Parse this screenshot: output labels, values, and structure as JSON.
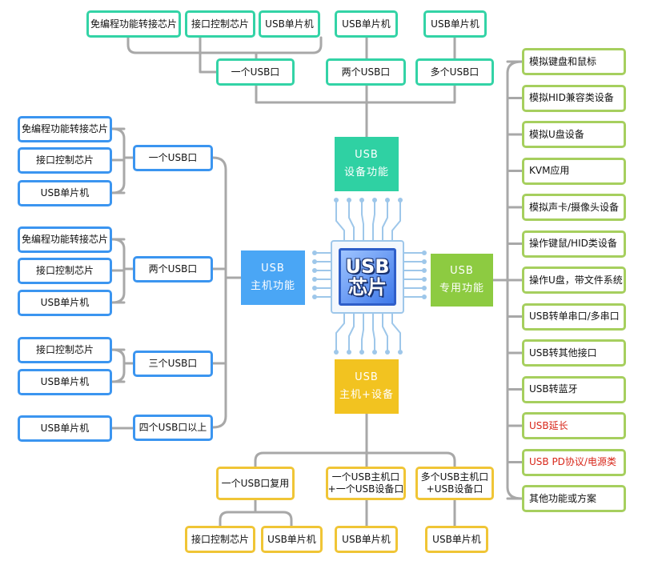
{
  "chip": {
    "line1": "USB",
    "line2": "芯片"
  },
  "categories": {
    "device": {
      "line1": "USB",
      "line2": "设备功能"
    },
    "host": {
      "line1": "USB",
      "line2": "主机功能"
    },
    "special": {
      "line1": "USB",
      "line2": "专用功能"
    },
    "host_device": {
      "line1": "USB",
      "line2": "主机+设备"
    }
  },
  "device_branch": {
    "one_port": "一个USB口",
    "two_ports": "两个USB口",
    "multi_ports": "多个USB口",
    "one_port_children": [
      "免编程功能转接芯片",
      "接口控制芯片",
      "USB单片机"
    ],
    "two_ports_children": [
      "USB单片机"
    ],
    "multi_ports_children": [
      "USB单片机"
    ]
  },
  "host_branch": {
    "groups": [
      {
        "label": "一个USB口",
        "children": [
          "免编程功能转接芯片",
          "接口控制芯片",
          "USB单片机"
        ]
      },
      {
        "label": "两个USB口",
        "children": [
          "免编程功能转接芯片",
          "接口控制芯片",
          "USB单片机"
        ]
      },
      {
        "label": "三个USB口",
        "children": [
          "接口控制芯片",
          "USB单片机"
        ]
      },
      {
        "label": "四个USB口以上",
        "children": [
          "USB单片机"
        ]
      }
    ]
  },
  "special_branch": {
    "items": [
      {
        "label": "模拟键盘和鼠标",
        "color": "#111111"
      },
      {
        "label": "模拟HID兼容类设备",
        "color": "#111111"
      },
      {
        "label": "模拟U盘设备",
        "color": "#111111"
      },
      {
        "label": "KVM应用",
        "color": "#111111"
      },
      {
        "label": "模拟声卡/摄像头设备",
        "color": "#111111"
      },
      {
        "label": "操作键鼠/HID类设备",
        "color": "#111111"
      },
      {
        "label": "操作U盘，带文件系统",
        "color": "#111111"
      },
      {
        "label": "USB转单串口/多串口",
        "color": "#111111"
      },
      {
        "label": "USB转其他接口",
        "color": "#111111"
      },
      {
        "label": "USB转蓝牙",
        "color": "#111111"
      },
      {
        "label": "USB延长",
        "color": "#d8271a"
      },
      {
        "label": "USB PD协议/电源类",
        "color": "#d8271a"
      },
      {
        "label": "其他功能或方案",
        "color": "#111111"
      }
    ]
  },
  "host_device_branch": {
    "reuse": {
      "label": "一个USB口复用",
      "children": [
        "接口控制芯片",
        "USB单片机"
      ]
    },
    "one_host_one_device": {
      "line1": "一个USB主机口",
      "line2": "+一个USB设备口",
      "children": [
        "USB单片机"
      ]
    },
    "multi_host_device": {
      "line1": "多个USB主机口",
      "line2": "+USB设备口",
      "children": [
        "USB单片机"
      ]
    }
  },
  "colors": {
    "device": "#33d3a6",
    "host": "#3b95f0",
    "special": "#a6cf5e",
    "host_device": "#f0c536",
    "connector": "#a8a8a8",
    "pin": "#9ec7ea",
    "highlight_text": "#d8271a"
  }
}
